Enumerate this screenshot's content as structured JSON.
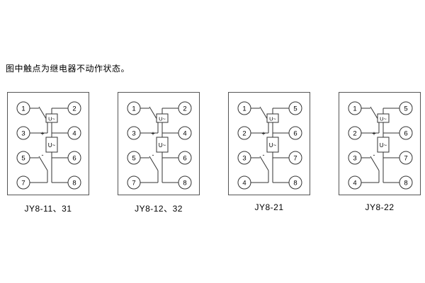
{
  "note": "图中触点为继电器不动作状态。",
  "symbols": {
    "ac": "U~",
    "coil": "U~",
    "plus": "+",
    "minus": "-"
  },
  "panels": [
    {
      "label": "JY8-11、31",
      "terminals": {
        "l1": "1",
        "l2": "3",
        "l3": "5",
        "l4": "7",
        "r1": "2",
        "r2": "4",
        "r3": "6",
        "r4": "8"
      }
    },
    {
      "label": "JY8-12、32",
      "terminals": {
        "l1": "1",
        "l2": "3",
        "l3": "5",
        "l4": "7",
        "r1": "2",
        "r2": "4",
        "r3": "6",
        "r4": "8"
      }
    },
    {
      "label": "JY8-21",
      "terminals": {
        "l1": "1",
        "l2": "2",
        "l3": "3",
        "l4": "4",
        "r1": "5",
        "r2": "6",
        "r3": "7",
        "r4": "8"
      }
    },
    {
      "label": "JY8-22",
      "terminals": {
        "l1": "1",
        "l2": "2",
        "l3": "3",
        "l4": "4",
        "r1": "5",
        "r2": "6",
        "r3": "7",
        "r4": "8"
      }
    }
  ]
}
